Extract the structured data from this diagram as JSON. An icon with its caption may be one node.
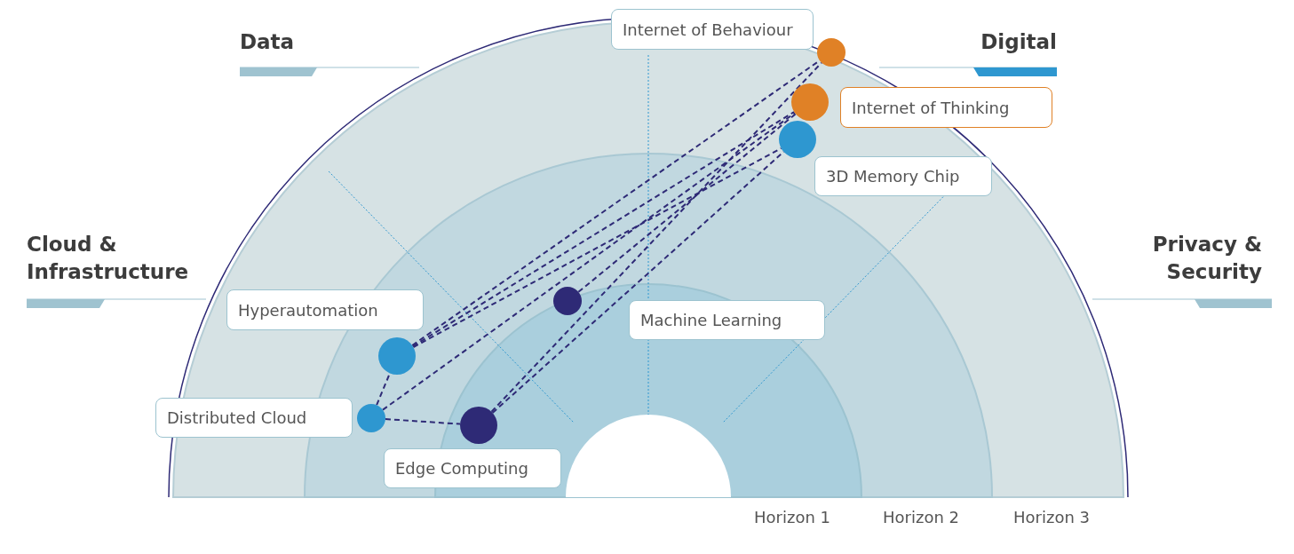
{
  "diagram": {
    "nodes": [
      {
        "text": [],
        "shape": "circle",
        "beside": [
          "Internet of Behaviour"
        ]
      },
      {
        "text": [],
        "shape": "circle",
        "beside": [
          "Internet of Thinking"
        ]
      },
      {
        "text": [],
        "shape": "circle",
        "beside": [
          "3D Memory Chip"
        ]
      },
      {
        "text": [],
        "shape": "circle",
        "beside": [
          "Machine Learning"
        ]
      },
      {
        "text": [],
        "shape": "circle",
        "beside": [
          "Hyperautomation"
        ]
      },
      {
        "text": [],
        "shape": "circle",
        "beside": [
          "Distributed Cloud"
        ]
      },
      {
        "text": [],
        "shape": "circle",
        "beside": [
          "Edge Computing"
        ]
      }
    ],
    "edges": [
      {
        "from": 4,
        "to": 0,
        "arrow": "none"
      },
      {
        "from": 4,
        "to": 1,
        "arrow": "none"
      },
      {
        "from": 4,
        "to": 2,
        "arrow": "none"
      },
      {
        "from": 5,
        "to": 4,
        "arrow": "none"
      },
      {
        "from": 5,
        "to": 6,
        "arrow": "none"
      },
      {
        "from": 5,
        "to": 1,
        "arrow": "none"
      },
      {
        "from": 6,
        "to": 0,
        "arrow": "none"
      },
      {
        "from": 6,
        "to": 2,
        "arrow": "none"
      },
      {
        "from": 3,
        "to": 1,
        "arrow": "none"
      }
    ],
    "labels": [
      "Data",
      "Digital",
      "Cloud & Infrastructure",
      "Privacy & Security",
      "Horizon 1",
      "Horizon 2",
      "Horizon 3"
    ]
  }
}
